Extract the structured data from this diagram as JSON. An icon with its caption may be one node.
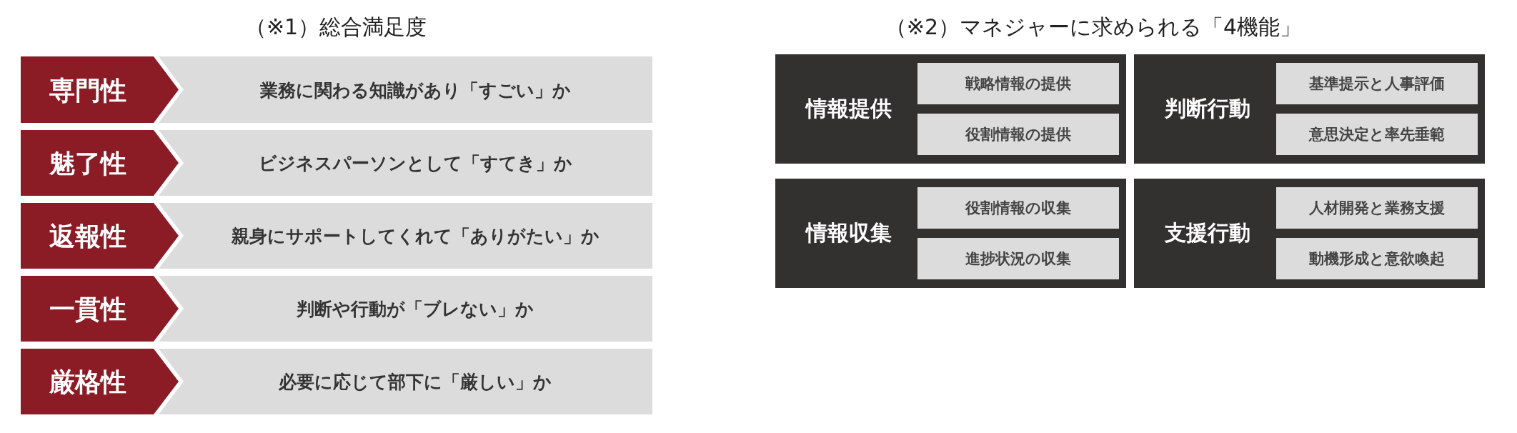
{
  "diagram": {
    "nodes": [
      {
        "text": [
          "専門性"
        ]
      },
      {
        "text": [
          "業務に関わる知識があり「すごい」か"
        ]
      },
      {
        "text": [
          "魅了性"
        ]
      },
      {
        "text": [
          "ビジネスパーソンとして「すてき」か"
        ]
      },
      {
        "text": [
          "返報性"
        ]
      },
      {
        "text": [
          "親身にサポートしてくれて「ありがたい」か"
        ]
      },
      {
        "text": [
          "一貫性"
        ]
      },
      {
        "text": [
          "判断や行動が「ブレない」か"
        ]
      },
      {
        "text": [
          "厳格性"
        ]
      },
      {
        "text": [
          "必要に応じて部下に「厳しい」か"
        ]
      },
      {
        "text": [
          "情報提供"
        ]
      },
      {
        "text": [
          "戦略情報の提供"
        ],
        "in": 10
      },
      {
        "text": [
          "役割情報の提供"
        ],
        "in": 10
      },
      {
        "text": [
          "判断行動"
        ]
      },
      {
        "text": [
          "基準提示と人事評価"
        ],
        "in": 13
      },
      {
        "text": [
          "意思決定と率先垂範"
        ],
        "in": 13
      },
      {
        "text": [
          "情報収集"
        ]
      },
      {
        "text": [
          "役割情報の収集"
        ],
        "in": 16
      },
      {
        "text": [
          "進捗状況の収集"
        ],
        "in": 16
      },
      {
        "text": [
          "支援行動"
        ]
      },
      {
        "text": [
          "人材開発と業務支援"
        ],
        "in": 19
      },
      {
        "text": [
          "動機形成と意欲喚起"
        ],
        "in": 19
      }
    ],
    "labels": [
      "（※1）総合満足度",
      "（※2）マネジャーに求められる「4機能」"
    ]
  }
}
